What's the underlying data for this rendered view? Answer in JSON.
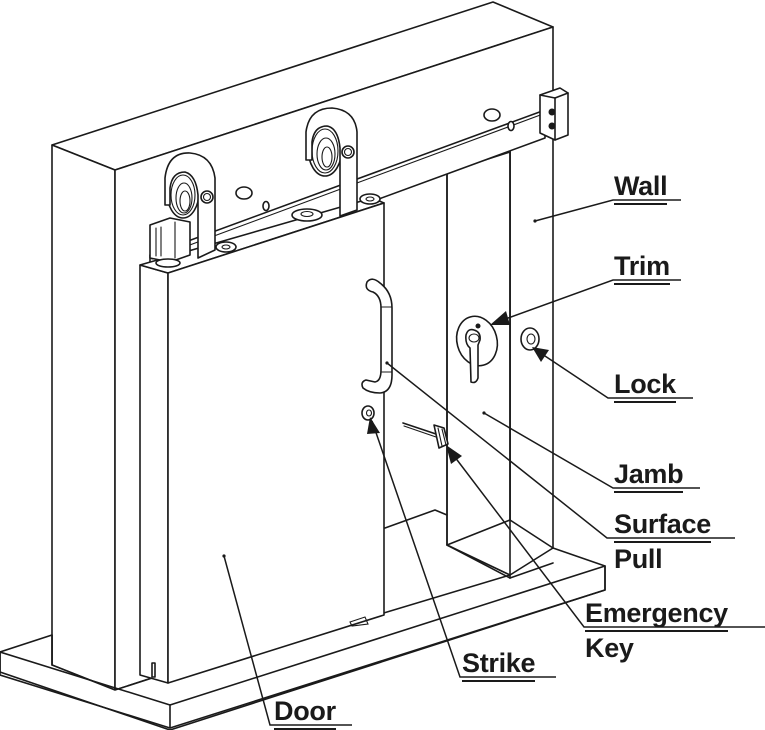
{
  "diagram": {
    "subject": "Sliding door with barn-door hardware mounted on wall",
    "line_color": "#1a1a1a",
    "background": "#ffffff",
    "labels": {
      "wall": "Wall",
      "trim": "Trim",
      "lock": "Lock",
      "jamb": "Jamb",
      "surface_pull_line1": "Surface",
      "surface_pull_line2": "Pull",
      "emergency_key_line1": "Emergency",
      "emergency_key_line2": "Key",
      "strike": "Strike",
      "door": "Door"
    },
    "components": [
      "wall",
      "door",
      "track-rail",
      "roller-hanger-left",
      "roller-hanger-right",
      "end-stop",
      "door-guide",
      "jamb",
      "surface-pull",
      "trim",
      "lock",
      "strike",
      "emergency-key"
    ]
  }
}
